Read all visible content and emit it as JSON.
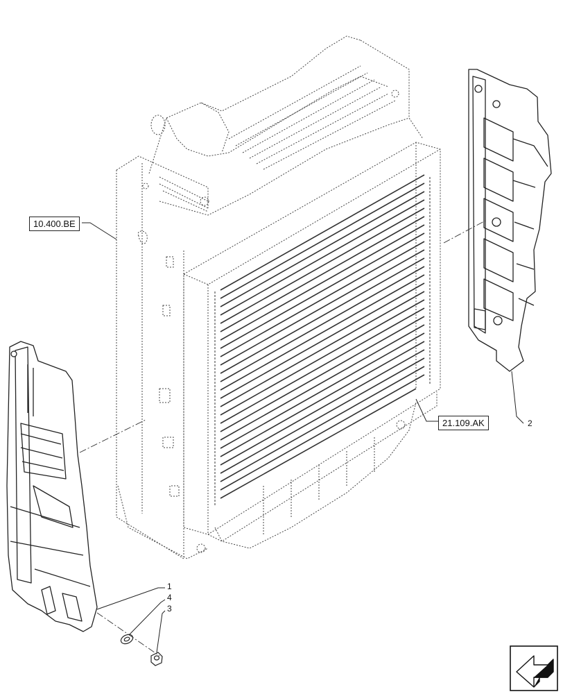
{
  "callouts": {
    "ref_a": "10.400.BE",
    "ref_b": "21.109.AK"
  },
  "items": {
    "item_1": "1",
    "item_2": "2",
    "item_3": "3",
    "item_4": "4"
  },
  "icons": {
    "nav": "back-arrow-icon"
  }
}
